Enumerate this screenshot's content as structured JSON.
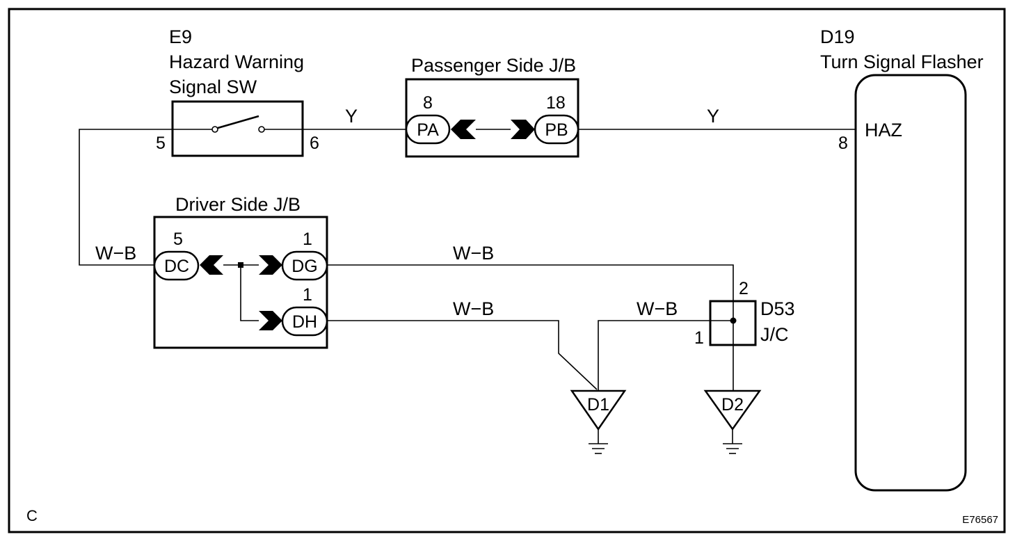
{
  "diagram_id": "E76567",
  "corner_label": "C",
  "e9": {
    "code": "E9",
    "name_line1": "Hazard Warning",
    "name_line2": "Signal SW",
    "pin_left": "5",
    "pin_right": "6"
  },
  "passenger_jb": {
    "title": "Passenger Side J/B",
    "pa_label": "PA",
    "pa_pin": "8",
    "pb_label": "PB",
    "pb_pin": "18"
  },
  "d19": {
    "code": "D19",
    "name": "Turn Signal Flasher",
    "terminal": "HAZ",
    "pin": "8"
  },
  "driver_jb": {
    "title": "Driver Side J/B",
    "dc_label": "DC",
    "dc_pin": "5",
    "dg_label": "DG",
    "dg_pin": "1",
    "dh_label": "DH",
    "dh_pin": "1"
  },
  "d53": {
    "code": "D53",
    "type": "J/C",
    "pin_top": "2",
    "pin_left": "1"
  },
  "grounds": {
    "d1": "D1",
    "d2": "D2"
  },
  "wires": {
    "y1": "Y",
    "y2": "Y",
    "wb_dc": "W−B",
    "wb_dg": "W−B",
    "wb_dh": "W−B",
    "wb_d1": "W−B"
  }
}
